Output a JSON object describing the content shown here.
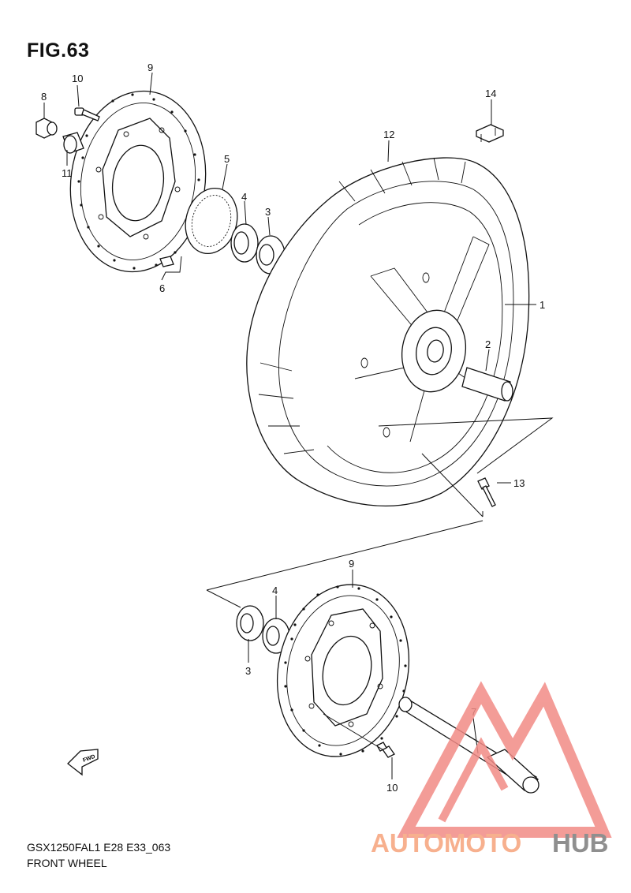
{
  "figure": {
    "title": "FIG.63",
    "code": "GSX1250FAL1 E28 E33_063",
    "name": "FRONT WHEEL"
  },
  "callouts": {
    "c1": "1",
    "c2": "2",
    "c3a": "3",
    "c3b": "3",
    "c4a": "4",
    "c4b": "4",
    "c5": "5",
    "c6": "6",
    "c7": "7",
    "c8": "8",
    "c9a": "9",
    "c9b": "9",
    "c10a": "10",
    "c10b": "10",
    "c11": "11",
    "c12": "12",
    "c13": "13",
    "c14": "14"
  },
  "fwd_label": "FWD",
  "watermark": {
    "part1": "AUTOMOTO",
    "part2": "HUB",
    "color_light": "#f7b08e",
    "color_dark": "#8f8f8f",
    "color_logo": "#f28b86"
  }
}
